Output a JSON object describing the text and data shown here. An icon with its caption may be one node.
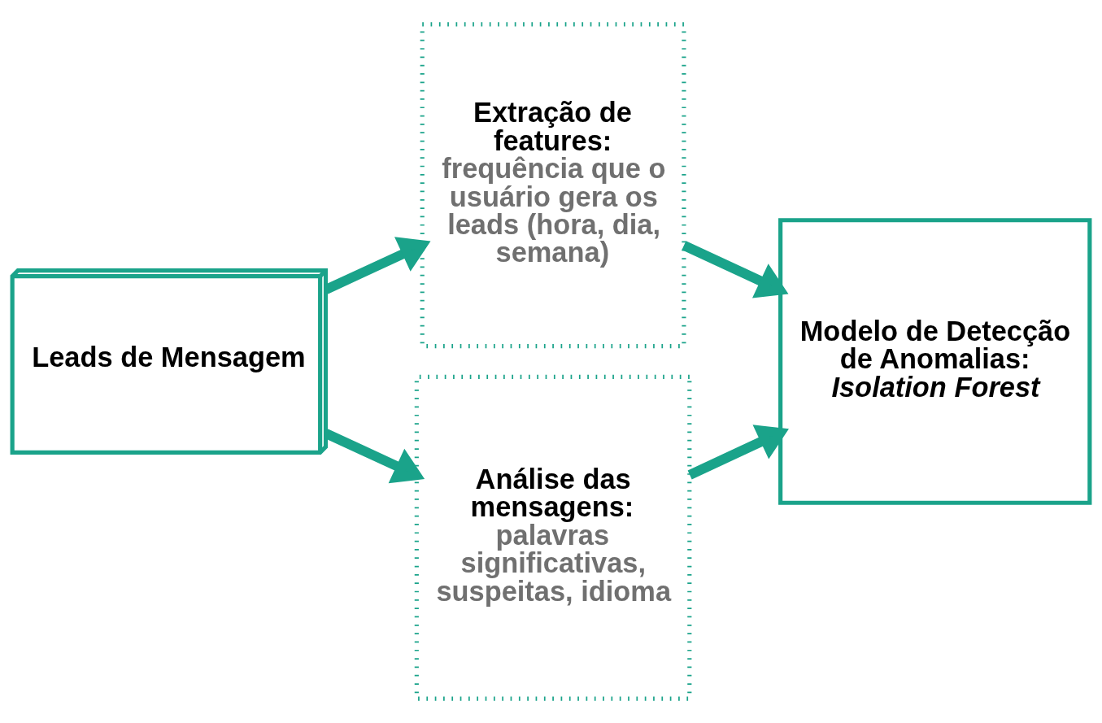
{
  "diagram": {
    "nodes": [
      {
        "text": [
          "Leads de Mensagem"
        ]
      },
      {
        "text": [
          "Extração de features:",
          "frequência que o usuário gera os leads (hora, dia, semana)"
        ]
      },
      {
        "text": [
          "Análise das mensagens:",
          "palavras significativas, suspeitas, idioma"
        ]
      },
      {
        "text": [
          "Modelo de Detecção de Anomalias:",
          "Isolation Forest"
        ]
      }
    ],
    "edges": [
      {
        "from": 0,
        "to": 1,
        "arrow": "to"
      },
      {
        "from": 0,
        "to": 2,
        "arrow": "to"
      },
      {
        "from": 1,
        "to": 3,
        "arrow": "to"
      },
      {
        "from": 2,
        "to": 3,
        "arrow": "to"
      }
    ]
  }
}
